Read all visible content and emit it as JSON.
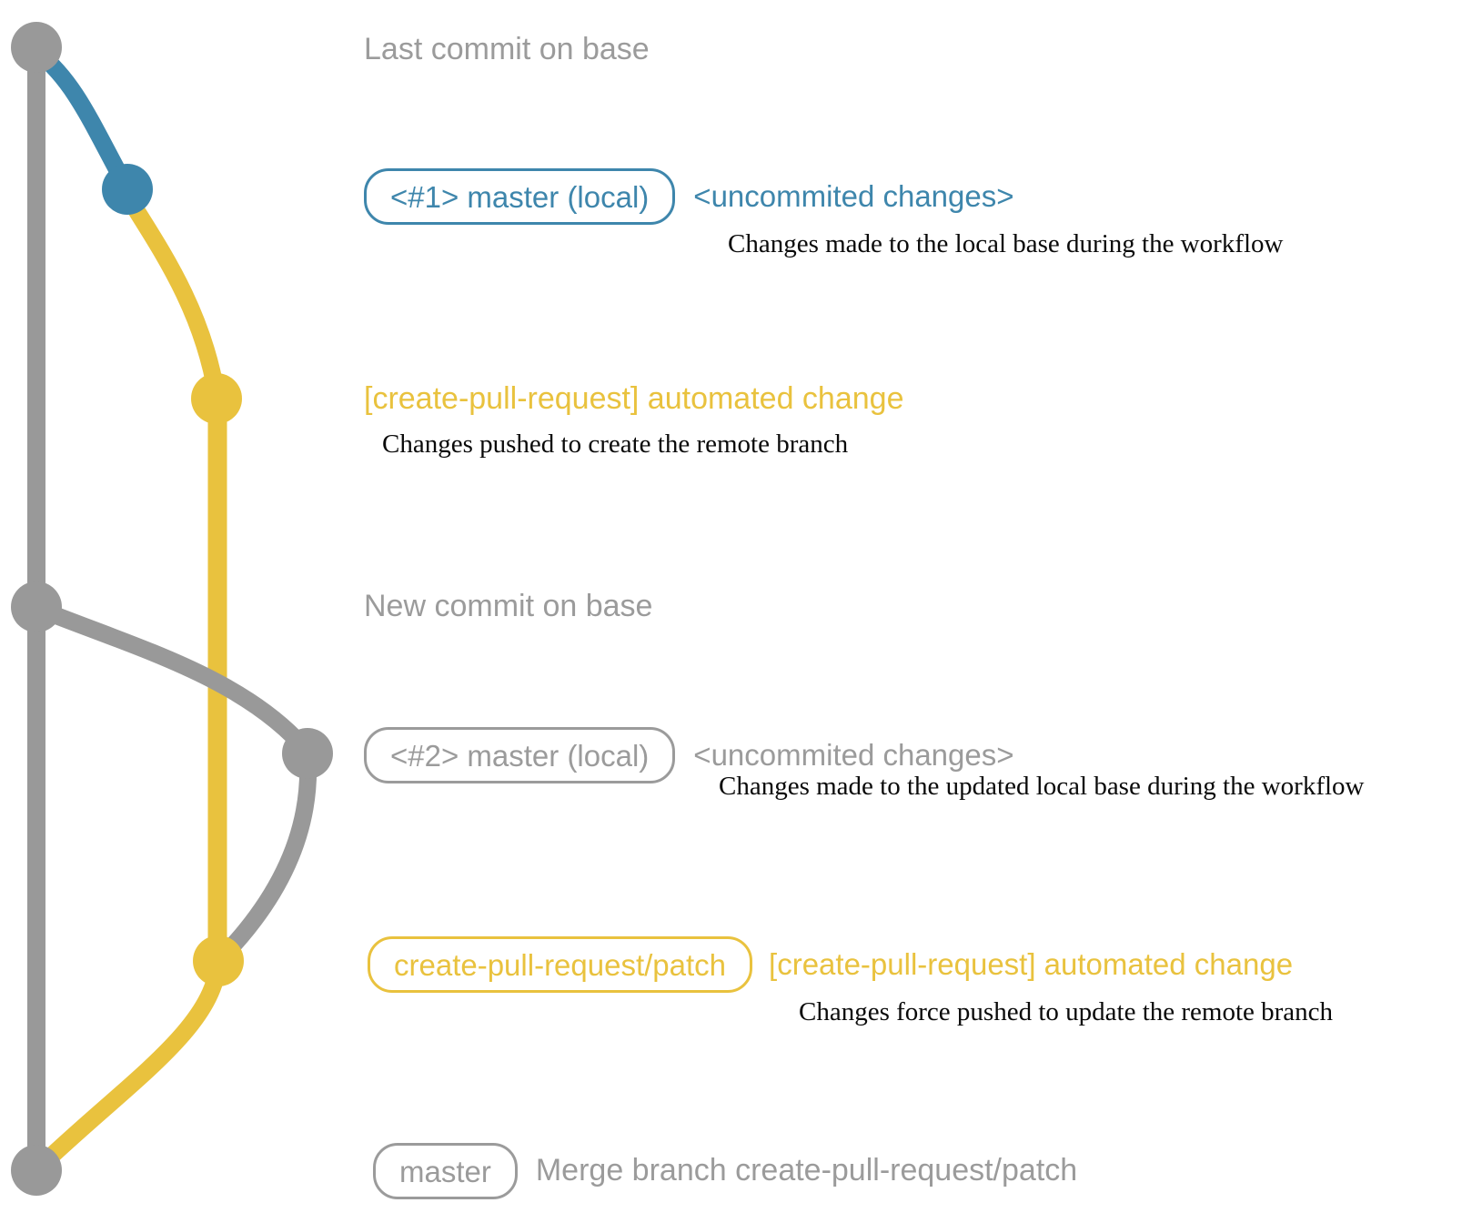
{
  "colors": {
    "gray": "#999999",
    "blue": "#3e86ac",
    "yellow": "#e9c23e",
    "textGray": "#9b9b9b",
    "black": "#0a0a0a"
  },
  "rows": {
    "last_commit": {
      "label": "Last commit on base"
    },
    "commit1": {
      "badge": "<#1> master (local)",
      "message": "<uncommited changes>",
      "caption": "Changes made to the local base during the workflow"
    },
    "push1": {
      "message": "[create-pull-request] automated change",
      "caption": "Changes pushed to create the remote branch"
    },
    "new_commit": {
      "label": "New commit on base"
    },
    "commit2": {
      "badge": "<#2> master (local)",
      "message": "<uncommited changes>",
      "caption": "Changes made to the updated local base during the workflow"
    },
    "push2": {
      "badge": "create-pull-request/patch",
      "message": "[create-pull-request] automated change",
      "caption": "Changes force pushed to update the remote branch"
    },
    "merge": {
      "badge": "master",
      "message": "Merge branch create-pull-request/patch"
    }
  }
}
